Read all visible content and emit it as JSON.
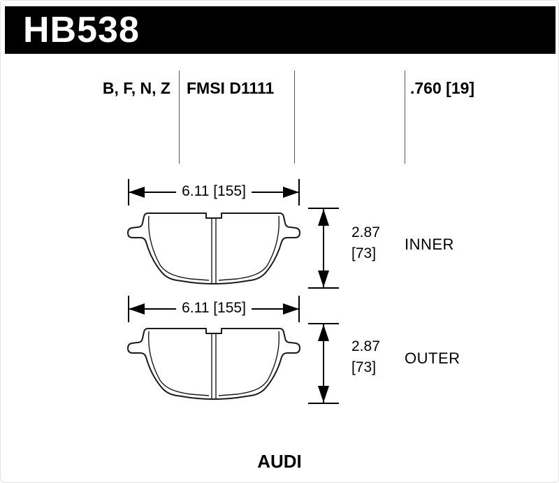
{
  "header": {
    "part_number": "HB538",
    "bar_color": "#000000"
  },
  "spec_row": {
    "compounds": "B, F, N, Z",
    "fmsi": "FMSI D1111",
    "pad_thickness": ".760 [19]"
  },
  "diagrams": [
    {
      "width_dim": "6.11 [155]",
      "height_dim_line1": "2.87",
      "height_dim_line2": "[73]",
      "label": "INNER"
    },
    {
      "width_dim": "6.11 [155]",
      "height_dim_line1": "2.87",
      "height_dim_line2": "[73]",
      "label": "OUTER"
    }
  ],
  "footer": {
    "vehicle": "AUDI"
  }
}
